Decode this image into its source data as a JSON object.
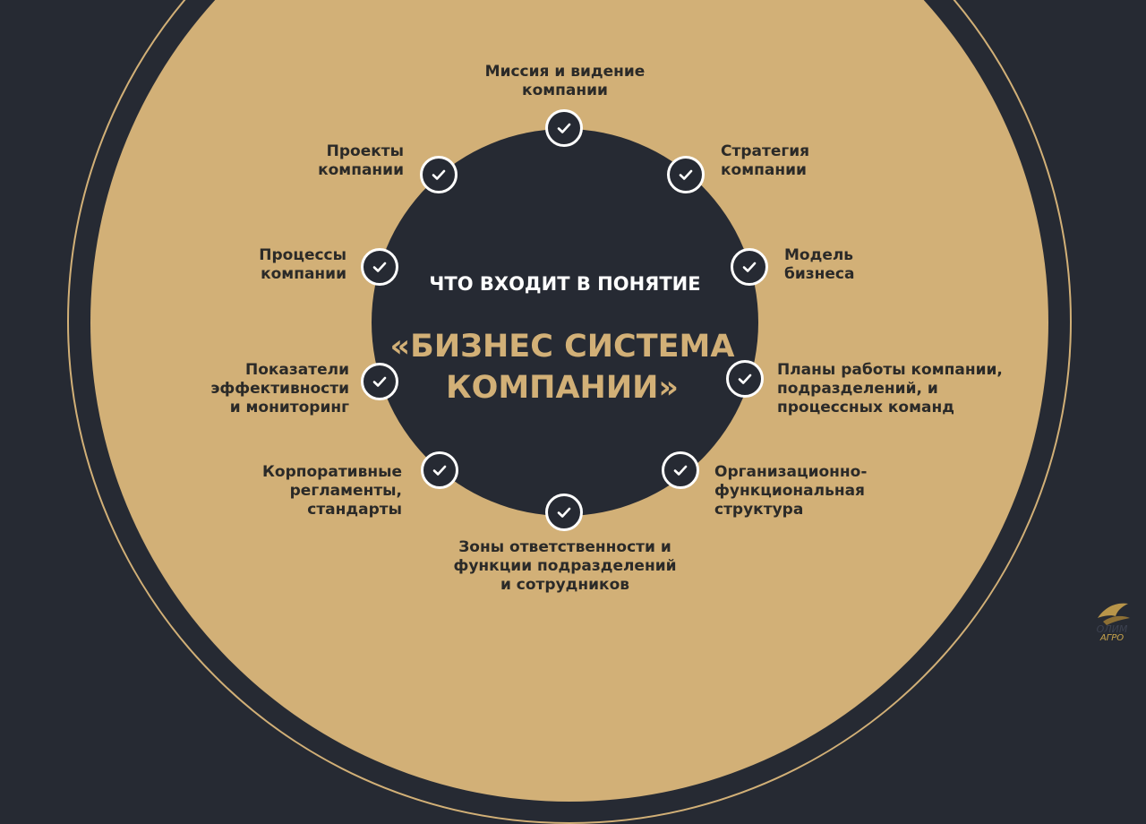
{
  "center": {
    "subtitle": "ЧТО ВХОДИТ В ПОНЯТИЕ",
    "title": "«БИЗНЕС СИСТЕМА\nКОМПАНИИ»"
  },
  "items": [
    {
      "label": "Миссия и видение\nкомпании",
      "icon": "check-icon"
    },
    {
      "label": "Стратегия\nкомпании",
      "icon": "check-icon"
    },
    {
      "label": "Модель\nбизнеса",
      "icon": "check-icon"
    },
    {
      "label": "Планы работы компании,\nподразделений, и\nпроцессных команд",
      "icon": "check-icon"
    },
    {
      "label": "Организационно-\nфункциональная\nструктура",
      "icon": "check-icon"
    },
    {
      "label": "Зоны ответственности и\nфункции подразделений\nи сотрудников",
      "icon": "check-icon"
    },
    {
      "label": "Корпоративные\nрегламенты,\nстандарты",
      "icon": "check-icon"
    },
    {
      "label": "Показатели\nэффективности\nи мониторинг",
      "icon": "check-icon"
    },
    {
      "label": "Процессы\nкомпании",
      "icon": "check-icon"
    },
    {
      "label": "Проекты\nкомпании",
      "icon": "check-icon"
    }
  ],
  "logo": {
    "text": "АГРО"
  },
  "colors": {
    "background": "#262a33",
    "accent": "#d2b077",
    "text": "#2b2a28"
  }
}
